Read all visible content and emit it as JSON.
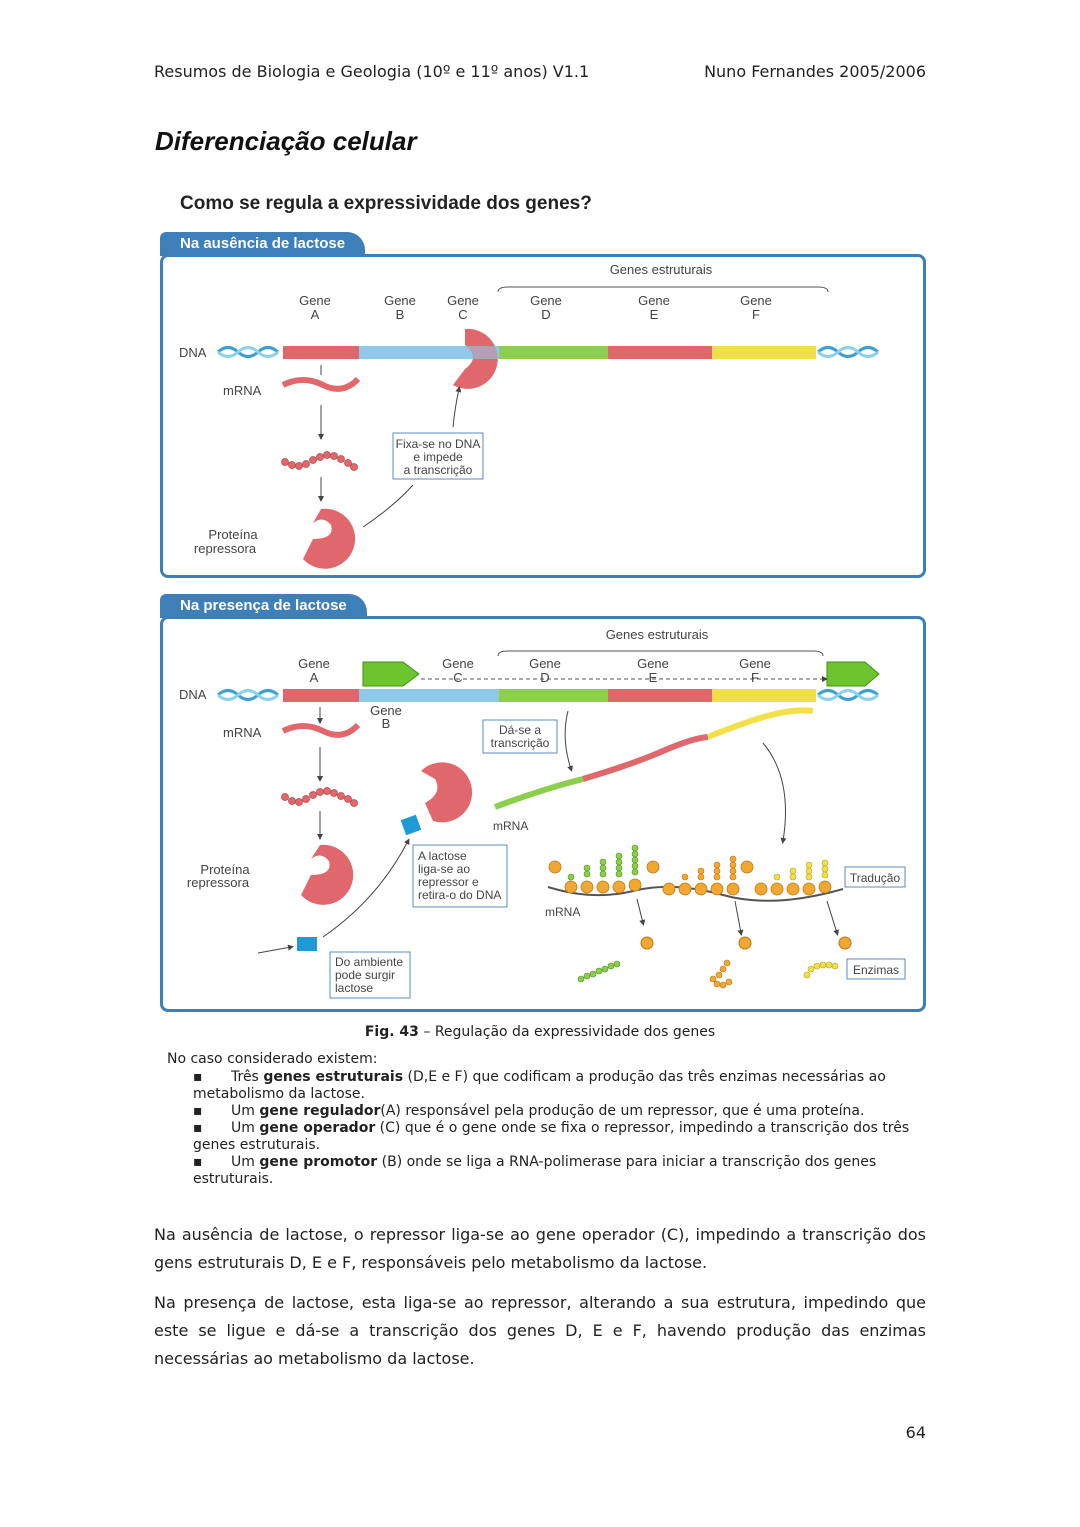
{
  "header": {
    "left": "Resumos de Biologia e Geologia (10º e 11º anos) V1.1",
    "right": "Nuno Fernandes 2005/2006"
  },
  "section_title": "Diferenciação celular",
  "figure": {
    "question": "Como se regula a expressividade dos genes?",
    "panel1": {
      "tab": "Na ausência de lactose",
      "structural_label": "Genes estruturais",
      "genes": [
        {
          "l1": "Gene",
          "l2": "A"
        },
        {
          "l1": "Gene",
          "l2": "B"
        },
        {
          "l1": "Gene",
          "l2": "C"
        },
        {
          "l1": "Gene",
          "l2": "D"
        },
        {
          "l1": "Gene",
          "l2": "E"
        },
        {
          "l1": "Gene",
          "l2": "F"
        }
      ],
      "dna": "DNA",
      "mrna": "mRNA",
      "callout": [
        "Fixa-se no DNA",
        "e impede",
        "a transcrição"
      ],
      "protein": [
        "Proteína",
        "repressora"
      ]
    },
    "panel2": {
      "tab": "Na presença de lactose",
      "structural_label": "Genes estruturais",
      "genes": [
        {
          "l1": "Gene",
          "l2": "A"
        },
        {
          "l1": "Gene",
          "l2": "B"
        },
        {
          "l1": "Gene",
          "l2": "C"
        },
        {
          "l1": "Gene",
          "l2": "D"
        },
        {
          "l1": "Gene",
          "l2": "E"
        },
        {
          "l1": "Gene",
          "l2": "F"
        }
      ],
      "dna": "DNA",
      "mrna": "mRNA",
      "mrna_long": "mRNA",
      "mrna_ribo": "mRNA",
      "transcription_box": [
        "Dá-se a",
        "transcrição"
      ],
      "lactose_box": [
        "A lactose",
        "liga-se ao",
        "repressor e",
        "retira-o do DNA"
      ],
      "environment_box": [
        "Do ambiente",
        "pode surgir",
        "lactose"
      ],
      "protein": [
        "Proteína",
        "repressora"
      ],
      "translation": "Tradução",
      "enzymes": "Enzimas"
    },
    "caption_bold": "Fig. 43",
    "caption_rest": " – Regulação da expressividade dos genes"
  },
  "intro": "No caso considerado existem:",
  "bullets": [
    {
      "pre": "Três ",
      "bold": "genes estruturais",
      "post": " (D,E e F) que codificam a produção das três enzimas necessárias ao metabolismo da lactose."
    },
    {
      "pre": "Um ",
      "bold": "gene regulador",
      "post": "(A) responsável pela produção de um repressor, que é uma proteína."
    },
    {
      "pre": "Um ",
      "bold": "gene operador",
      "post": " (C) que é o gene onde se fixa o repressor, impedindo a transcrição dos três genes estruturais."
    },
    {
      "pre": "Um ",
      "bold": "gene promotor",
      "post": " (B) onde se liga a RNA-polimerase para iniciar a transcrição dos genes estruturais."
    }
  ],
  "paragraphs": [
    "Na ausência de lactose, o repressor liga-se ao gene operador (C), impedindo a transcrição dos gens estruturais D, E e F, responsáveis pelo metabolismo da lactose.",
    "Na presença de lactose, esta liga-se ao repressor, alterando a sua estrutura, impedindo que este se ligue e dá-se a transcrição dos genes D, E e F, havendo produção das enzimas necessárias ao metabolismo da lactose."
  ],
  "page_number": "64",
  "colors": {
    "panel_blue": "#3d7fb8",
    "gene_red": "#e0676b",
    "gene_blue": "#8fc8e8",
    "gene_green": "#8ccf4d",
    "gene_yellow": "#f2e04a",
    "enzyme_orange": "#f0a830",
    "lactose_cyan": "#1e9ad6"
  }
}
